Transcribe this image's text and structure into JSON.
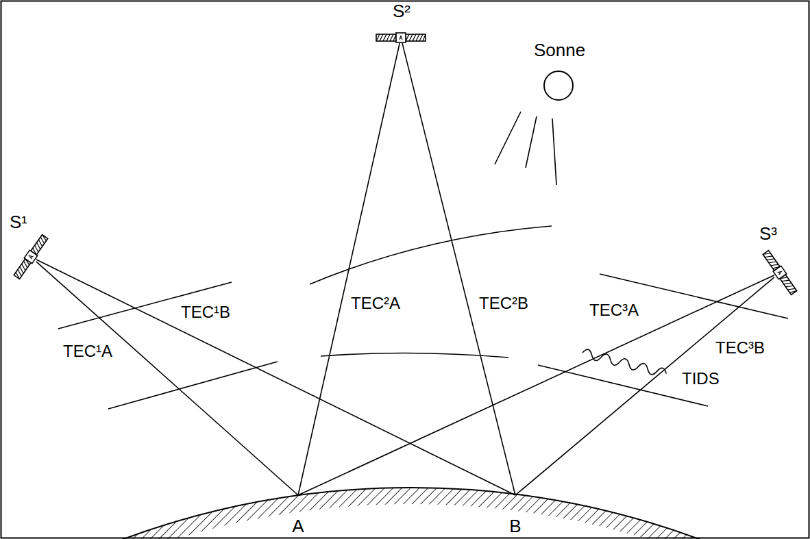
{
  "diagram": {
    "nodes": [
      {
        "text": [
          "S²"
        ]
      },
      {
        "text": [
          "Sonne"
        ]
      },
      {
        "text": [
          "S¹"
        ]
      },
      {
        "text": [
          "S³"
        ]
      },
      {
        "text": [
          "A"
        ]
      },
      {
        "text": [
          "B"
        ]
      }
    ],
    "edges": [
      {
        "from": 2,
        "to": 4,
        "arrow": "none",
        "label": "TEC¹A"
      },
      {
        "from": 2,
        "to": 5,
        "arrow": "none",
        "label": "TEC¹B"
      },
      {
        "from": 0,
        "to": 4,
        "arrow": "none",
        "label": "TEC²A"
      },
      {
        "from": 0,
        "to": 5,
        "arrow": "none",
        "label": "TEC²B"
      },
      {
        "from": 3,
        "to": 4,
        "arrow": "none",
        "label": "TEC³A"
      },
      {
        "from": 3,
        "to": 5,
        "arrow": "none",
        "label": "TEC³B"
      }
    ],
    "labels": [
      "TIDS"
    ]
  }
}
